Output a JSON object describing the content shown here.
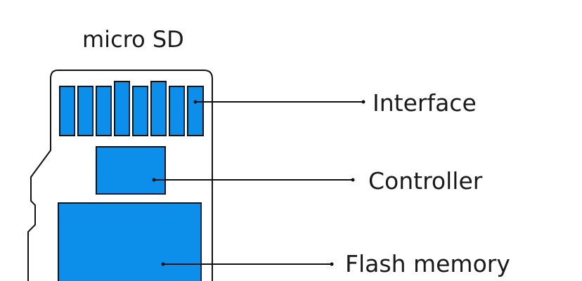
{
  "title": "micro SD",
  "labels": {
    "interface": "Interface",
    "controller": "Controller",
    "flash_memory": "Flash memory"
  },
  "colors": {
    "component_fill": "#0b8fea",
    "outline": "#111111",
    "text": "#1a1a1a",
    "background": "#ffffff"
  }
}
